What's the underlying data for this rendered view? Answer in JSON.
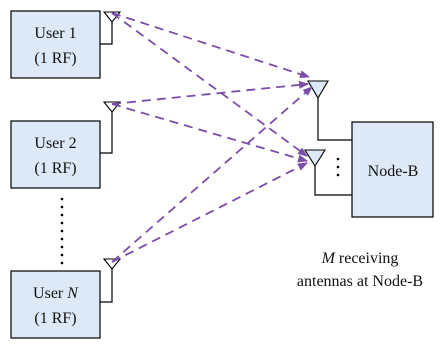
{
  "users": [
    {
      "label": "User 1",
      "rf": "(1 RF)"
    },
    {
      "label": "User 2",
      "rf": "(1 RF)"
    },
    {
      "label_prefix": "User ",
      "label_var": "N",
      "rf": "(1 RF)"
    }
  ],
  "node": {
    "label": "Node-B"
  },
  "caption": {
    "var": "M",
    "line1_rest": " receiving",
    "line2": "antennas at Node-B"
  },
  "colors": {
    "link": "#7a4ea8",
    "box_fill": "#dde9f6"
  }
}
